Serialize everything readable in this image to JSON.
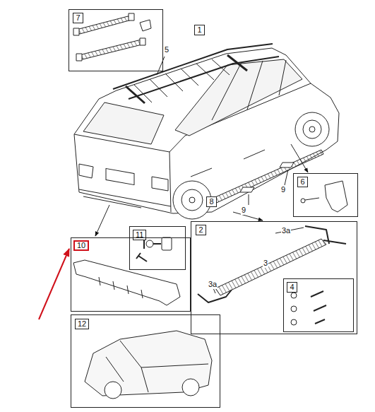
{
  "diagram": {
    "nodes": [
      {
        "text": [
          "7"
        ]
      },
      {
        "text": [
          "1"
        ]
      },
      {
        "text": [
          "6"
        ]
      },
      {
        "text": [
          "8"
        ]
      },
      {
        "text": [
          "11"
        ]
      },
      {
        "text": [
          "10"
        ]
      },
      {
        "text": [
          "2"
        ]
      },
      {
        "text": [
          "4"
        ],
        "in": 6
      },
      {
        "text": [
          "12"
        ]
      }
    ],
    "labels": [
      "5",
      "9",
      "9",
      "3a",
      "3",
      "3a"
    ]
  }
}
